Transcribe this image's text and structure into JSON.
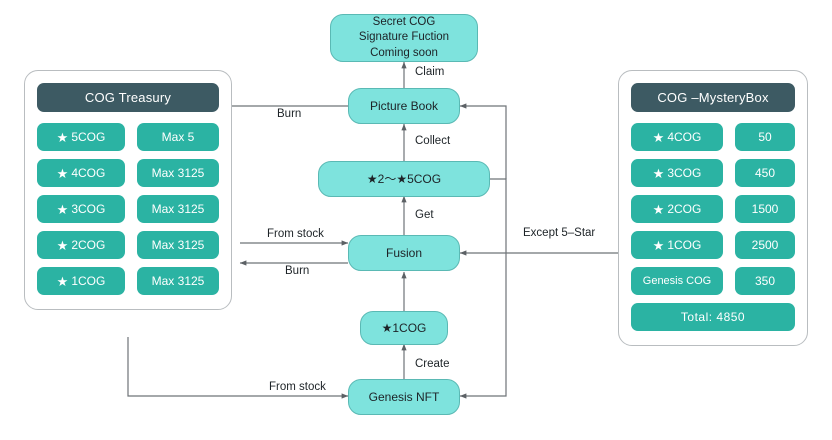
{
  "diagram": {
    "title": "COG token flow diagram",
    "colors": {
      "node_fill": "#7ee3dd",
      "node_stroke": "#5ab9b4",
      "pill_fill": "#2bb3a3",
      "panel_header": "#3d5a63",
      "panel_border": "#b9bdc0",
      "edge": "#6e7377",
      "background": "#ffffff"
    }
  },
  "treasury": {
    "title": "COG Treasury",
    "rows": [
      {
        "icon": "star-icon",
        "star": "★",
        "label": "5COG",
        "value": "Max 5"
      },
      {
        "icon": "star-icon",
        "star": "★",
        "label": "4COG",
        "value": "Max 3125"
      },
      {
        "icon": "star-icon",
        "star": "★",
        "label": "3COG",
        "value": "Max 3125"
      },
      {
        "icon": "star-icon",
        "star": "★",
        "label": "2COG",
        "value": "Max 3125"
      },
      {
        "icon": "star-icon",
        "star": "★",
        "label": "1COG",
        "value": "Max 3125"
      }
    ]
  },
  "mysterybox": {
    "title": "COG –MysteryBox",
    "rows": [
      {
        "icon": "star-icon",
        "star": "★",
        "label": "4COG",
        "value": "50"
      },
      {
        "icon": "star-icon",
        "star": "★",
        "label": "3COG",
        "value": "450"
      },
      {
        "icon": "star-icon",
        "star": "★",
        "label": "2COG",
        "value": "1500"
      },
      {
        "icon": "star-icon",
        "star": "★",
        "label": "1COG",
        "value": "2500"
      },
      {
        "icon": "none",
        "star": "",
        "label": "Genesis COG",
        "value": "350"
      }
    ],
    "total": "Total: 4850"
  },
  "nodes": {
    "secret": "Secret COG\nSignature Fuction\nComing soon",
    "secret_lines": [
      "Secret COG",
      "Signature Fuction",
      "Coming soon"
    ],
    "picture_book": "Picture Book",
    "star_range": "★2～★5COG",
    "fusion": "Fusion",
    "star_one": "★1COG",
    "genesis_nft": "Genesis NFT"
  },
  "edges": {
    "claim": "Claim",
    "burn_top": "Burn",
    "collect": "Collect",
    "get": "Get",
    "from_stock_fusion": "From stock",
    "burn_fusion": "Burn",
    "except_five_star": "Except 5–Star",
    "create": "Create",
    "from_stock_genesis": "From stock"
  }
}
